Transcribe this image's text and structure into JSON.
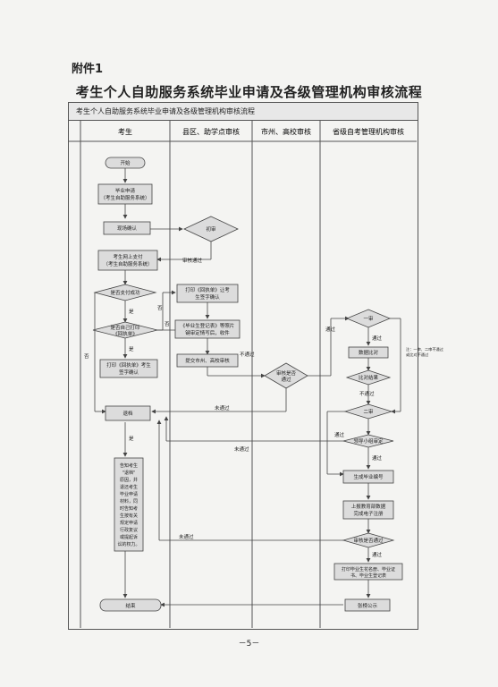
{
  "attachment": "附件1",
  "title": "考生个人自助服务系统毕业申请及各级管理机构审核流程",
  "frame_title": "考生个人自助服务系统毕业申请及各级管理机构审核流程",
  "lanes": [
    "考生",
    "县区、助学点审核",
    "市州、高校审核",
    "省级自考管理机构审核"
  ],
  "nodes": {
    "start": "开始",
    "apply": [
      "毕业申请",
      "（考生自助服务系统）"
    ],
    "onsite": "现场确认",
    "prelim": "初审",
    "upload": [
      "考生网上支付",
      "（考生自助服务系统）"
    ],
    "paid": "是否支付成功",
    "printed": [
      "是否自己打印",
      "《回执单》"
    ],
    "print_sign": [
      "打印《回执单》考生",
      "签字确认"
    ],
    "county_print": [
      "打印《回执单》让考",
      "生签字确认"
    ],
    "register": [
      "《毕业生登记表》等照片",
      "键审定情写后，收件"
    ],
    "submit": "提交市州、高校审核",
    "city_pass": [
      "审核是否",
      "通过"
    ],
    "return": "退档",
    "notice": [
      "告知考生",
      "\"退档\"",
      "原因，并",
      "退还考生",
      "毕业申请",
      "材料，同",
      "时告知考",
      "生按有关",
      "规定申请",
      "行政复议",
      "或提起诉",
      "讼的权力。"
    ],
    "end": "结束",
    "audit1": "一审",
    "data_compare": "数据比对",
    "compare_result": "比对结果",
    "audit2": "二审",
    "group": "领导小组审定",
    "gen_no": "生成毕业编号",
    "upload_edu": [
      "上报教育部数据",
      "完成电子注册"
    ],
    "final": "审核是否通过",
    "print_cert": [
      "打印毕业生花名册、毕业证",
      "书、毕业生登记表"
    ],
    "announce": "张榜公示"
  },
  "labels": {
    "pass_audit": "审核通过",
    "yes": "是",
    "no": "否",
    "pass": "通过",
    "fail": "不通过",
    "not_pass": "未通过",
    "hint": [
      "注：一审、二审不通过",
      "或比对不通过"
    ]
  },
  "page_number": "－5－"
}
